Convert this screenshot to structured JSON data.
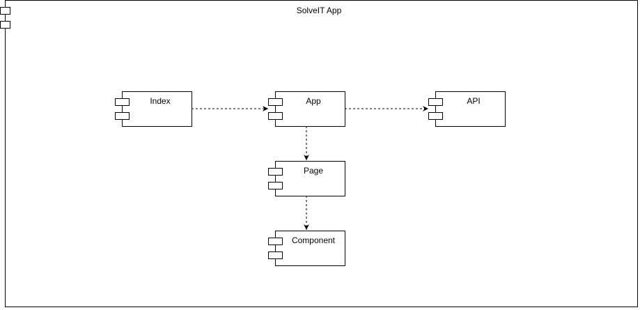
{
  "diagram": {
    "title": "SolveIT App",
    "stroke_color": "#000000",
    "background": "#ffffff",
    "components": [
      {
        "id": "index",
        "label": "Index"
      },
      {
        "id": "app",
        "label": "App"
      },
      {
        "id": "api",
        "label": "API"
      },
      {
        "id": "page",
        "label": "Page"
      },
      {
        "id": "component",
        "label": "Component"
      }
    ],
    "dependencies": [
      {
        "from": "index",
        "to": "app",
        "style": "dashed"
      },
      {
        "from": "app",
        "to": "api",
        "style": "dashed"
      },
      {
        "from": "app",
        "to": "page",
        "style": "dashed"
      },
      {
        "from": "page",
        "to": "component",
        "style": "dashed"
      }
    ]
  }
}
